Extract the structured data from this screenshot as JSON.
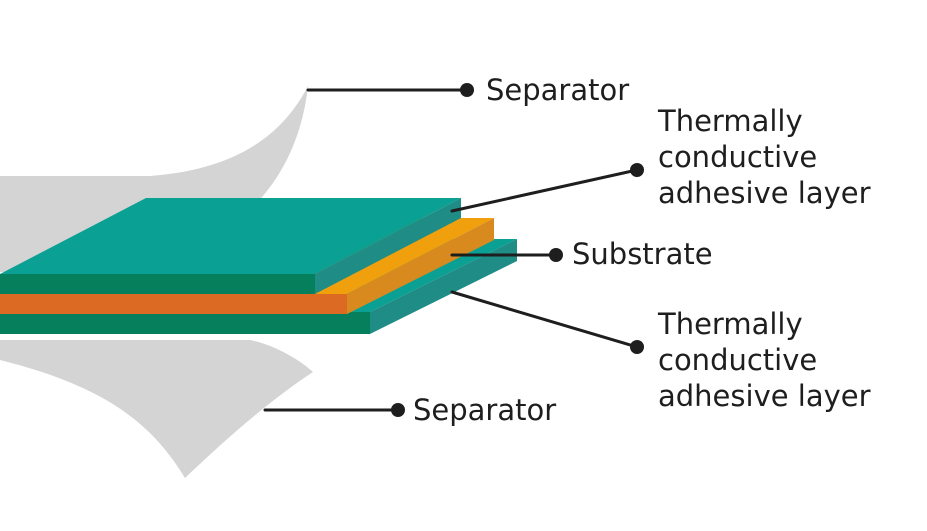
{
  "labels": {
    "separator_top": "Separator",
    "adhesive_top": [
      "Thermally",
      "conductive",
      "adhesive layer"
    ],
    "substrate": "Substrate",
    "adhesive_bottom": [
      "Thermally",
      "conductive",
      "adhesive layer"
    ],
    "separator_bottom": "Separator"
  },
  "colors": {
    "separator": "#d4d4d4",
    "adhesive_top_face": "#0aa194",
    "adhesive_front": "#067f5d",
    "adhesive_side": "#1f8c85",
    "substrate_top": "#f0a00d",
    "substrate_front": "#dd6a23",
    "substrate_side": "#d98a1e",
    "leader_line": "#1e1e1e"
  }
}
